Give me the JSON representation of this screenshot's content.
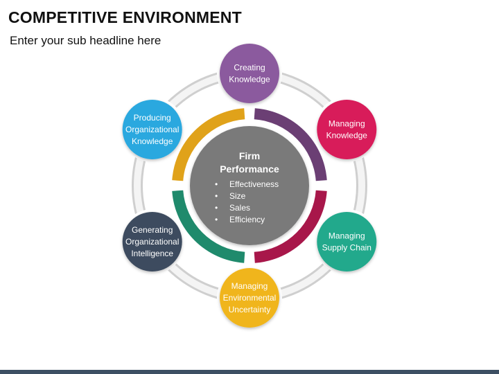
{
  "page": {
    "title": "COMPETITIVE ENVIRONMENT",
    "subtitle": "Enter your sub headline here"
  },
  "center": {
    "title_lines": [
      "Firm",
      "Performance"
    ],
    "bullets": [
      "Effectiveness",
      "Size",
      "Sales",
      "Efficiency"
    ],
    "color": "#7a7a7a"
  },
  "nodes": [
    {
      "lines": [
        "Creating",
        "Knowledge"
      ],
      "color": "#8b5a9e"
    },
    {
      "lines": [
        "Managing",
        "Knowledge"
      ],
      "color": "#d81b5a"
    },
    {
      "lines": [
        "Managing",
        "Supply Chain"
      ],
      "color": "#21a98c"
    },
    {
      "lines": [
        "Managing",
        "Environmental",
        "Uncertainty"
      ],
      "color": "#f0b51b"
    },
    {
      "lines": [
        "Generating",
        "Organizational",
        "Intelligence"
      ],
      "color": "#3e4c5e"
    },
    {
      "lines": [
        "Producing",
        "Organizational",
        "Knowledge"
      ],
      "color": "#2aa8df"
    }
  ],
  "arc_segments": [
    {
      "name": "top-right",
      "color": "#6b3f74"
    },
    {
      "name": "bottom-right",
      "color": "#a8174a"
    },
    {
      "name": "bottom-left",
      "color": "#1f8a6c"
    },
    {
      "name": "top-left",
      "color": "#e0a21a"
    }
  ]
}
